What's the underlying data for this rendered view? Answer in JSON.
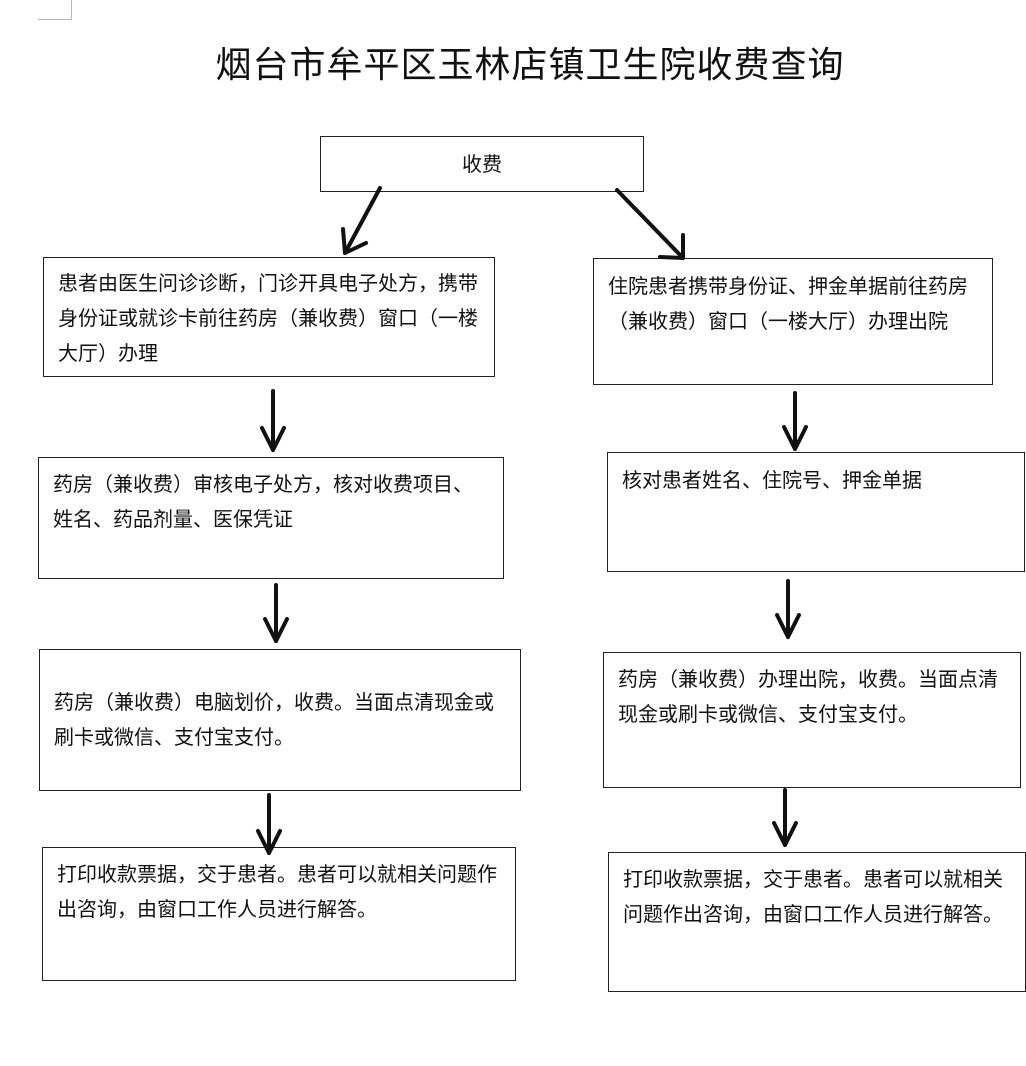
{
  "title": "烟台市牟平区玉林店镇卫生院收费查询",
  "top_node": "收费",
  "outpatient": {
    "step1": "患者由医生问诊诊断，门诊开具电子处方，携带身份证或就诊卡前往药房（兼收费）窗口（一楼大厅）办理",
    "step2": "药房（兼收费）审核电子处方，核对收费项目、姓名、药品剂量、医保凭证",
    "step3": "药房（兼收费）电脑划价，收费。当面点清现金或刷卡或微信、支付宝支付。",
    "step4": "打印收款票据，交于患者。患者可以就相关问题作出咨询，由窗口工作人员进行解答。"
  },
  "inpatient": {
    "step1": "住院患者携带身份证、押金单据前往药房（兼收费）窗口（一楼大厅）办理出院",
    "step2": "核对患者姓名、住院号、押金单据",
    "step3": "药房（兼收费）办理出院，收费。当面点清现金或刷卡或微信、支付宝支付。",
    "step4": "打印收款票据，交于患者。患者可以就相关问题作出咨询，由窗口工作人员进行解答。"
  }
}
